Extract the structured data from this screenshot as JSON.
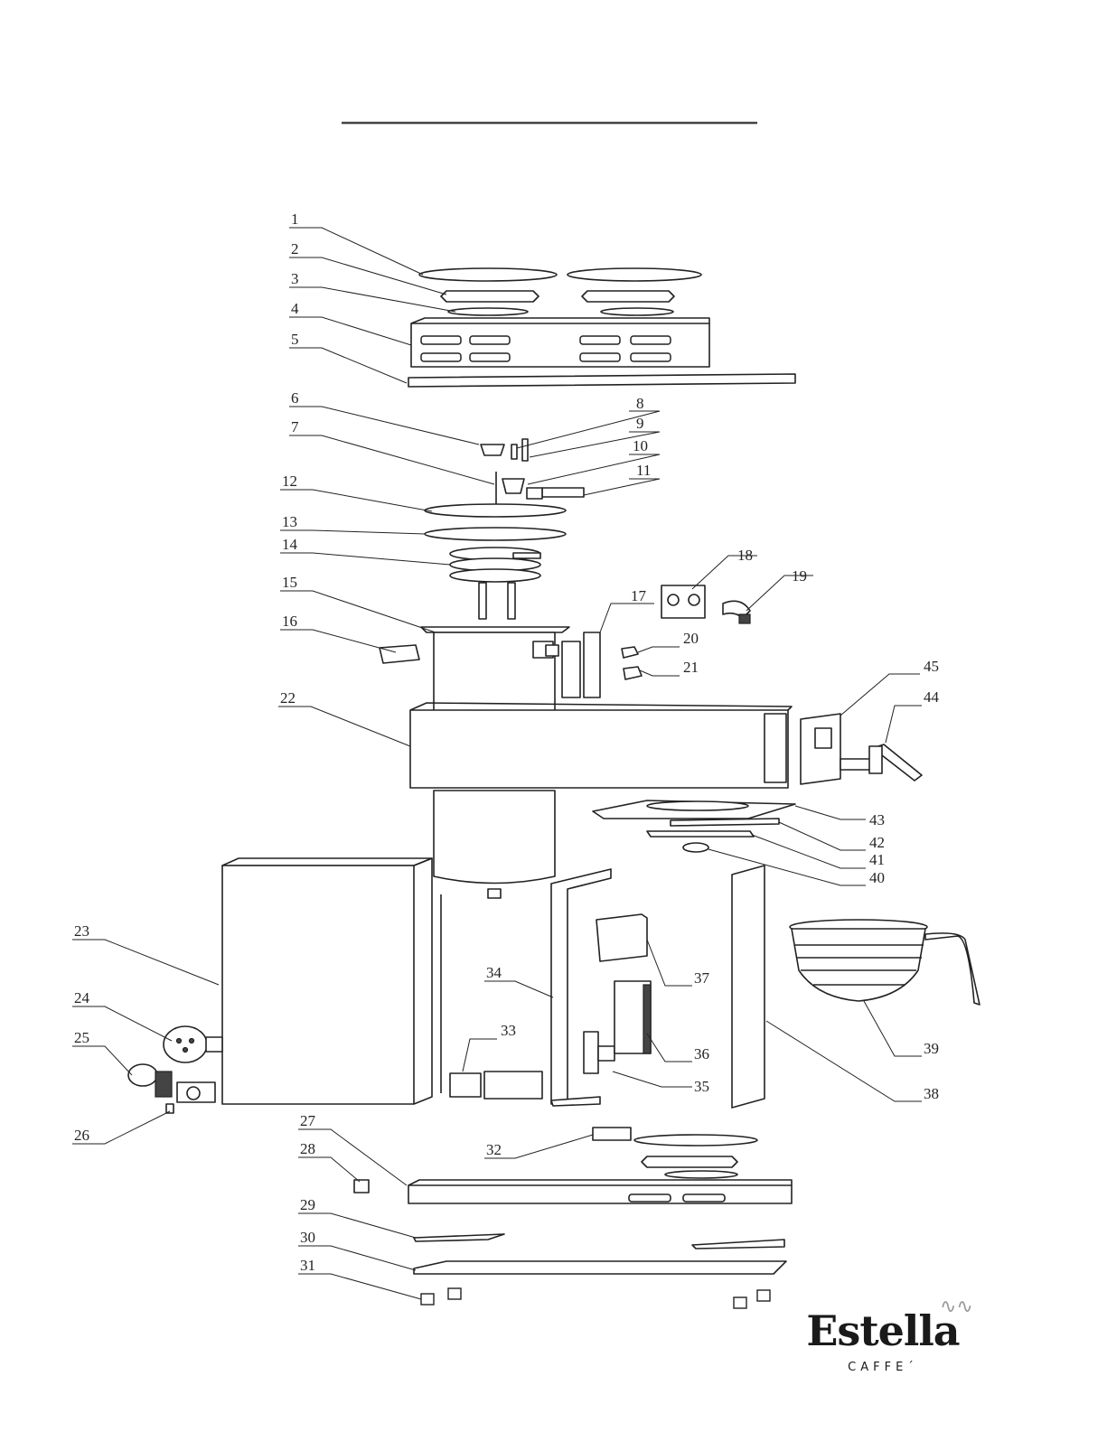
{
  "brand": {
    "name": "Estella",
    "sub": "CAFFE´",
    "steam_icon": "steam-icon"
  },
  "part_labels": [
    "1",
    "2",
    "3",
    "4",
    "5",
    "6",
    "7",
    "8",
    "9",
    "10",
    "11",
    "12",
    "13",
    "14",
    "15",
    "16",
    "17",
    "18",
    "19",
    "20",
    "21",
    "22",
    "23",
    "24",
    "25",
    "26",
    "27",
    "28",
    "29",
    "30",
    "31",
    "32",
    "33",
    "34",
    "35",
    "36",
    "37",
    "38",
    "39",
    "40",
    "41",
    "42",
    "43",
    "44",
    "45"
  ]
}
